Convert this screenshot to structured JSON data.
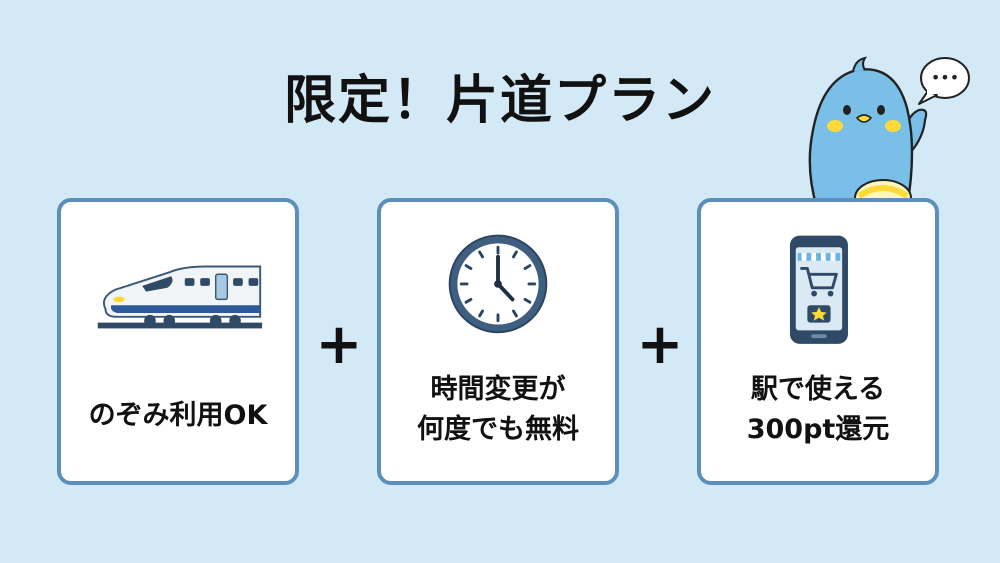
{
  "title": "限定！片道プラン",
  "plus_symbol": "+",
  "cards": [
    {
      "label_lines": [
        "のぞみ利用OK"
      ],
      "icon": "bullet-train-icon"
    },
    {
      "label_lines": [
        "時間変更が",
        "何度でも無料"
      ],
      "icon": "clock-icon"
    },
    {
      "label_lines": [
        "駅で使える",
        "300pt還元"
      ],
      "icon": "smartphone-shopping-icon"
    }
  ],
  "speech_bubble": "•••",
  "colors": {
    "background": "#d4e9f6",
    "card_border": "#5d8fbc",
    "card_fill": "#ffffff",
    "accent_blue": "#6ab3e3",
    "cheek_yellow": "#ffd93a"
  }
}
